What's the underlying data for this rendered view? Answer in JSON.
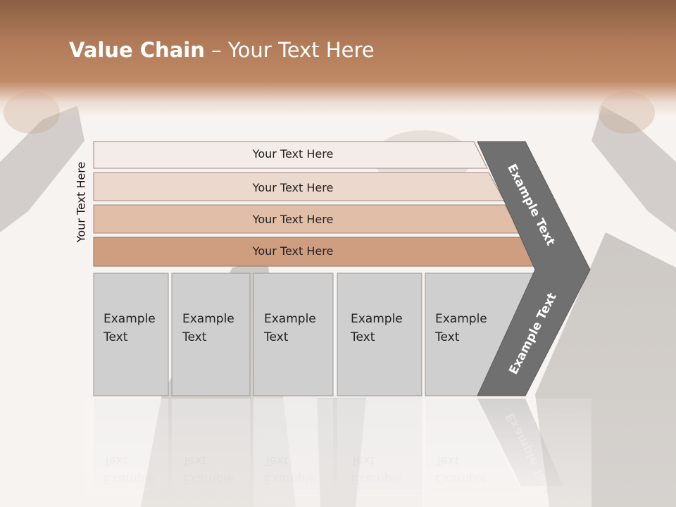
{
  "slide": {
    "title_bold": "Value Chain",
    "title_rest": " – Your Text Here",
    "side_label": "Your Text Here"
  },
  "support_activities": [
    {
      "label": "Your Text Here",
      "fill": "#f4ece8"
    },
    {
      "label": "Your Text Here",
      "fill": "#ecd9cd"
    },
    {
      "label": "Your Text Here",
      "fill": "#e0bea8"
    },
    {
      "label": "Your Text Here",
      "fill": "#cf9e80"
    }
  ],
  "primary_activities": [
    {
      "line1": "Example",
      "line2": "Text"
    },
    {
      "line1": "Example",
      "line2": "Text"
    },
    {
      "line1": "Example",
      "line2": "Text"
    },
    {
      "line1": "Example",
      "line2": "Text"
    },
    {
      "line1": "Example",
      "line2": "Text"
    }
  ],
  "margin_chevron": {
    "upper_label": "Example Text",
    "lower_label": "Example Text",
    "fill": "#707070"
  },
  "colors": {
    "header": "#b07a58",
    "box_fill": "#cfcfcf",
    "box_stroke": "#9a9a9a"
  }
}
